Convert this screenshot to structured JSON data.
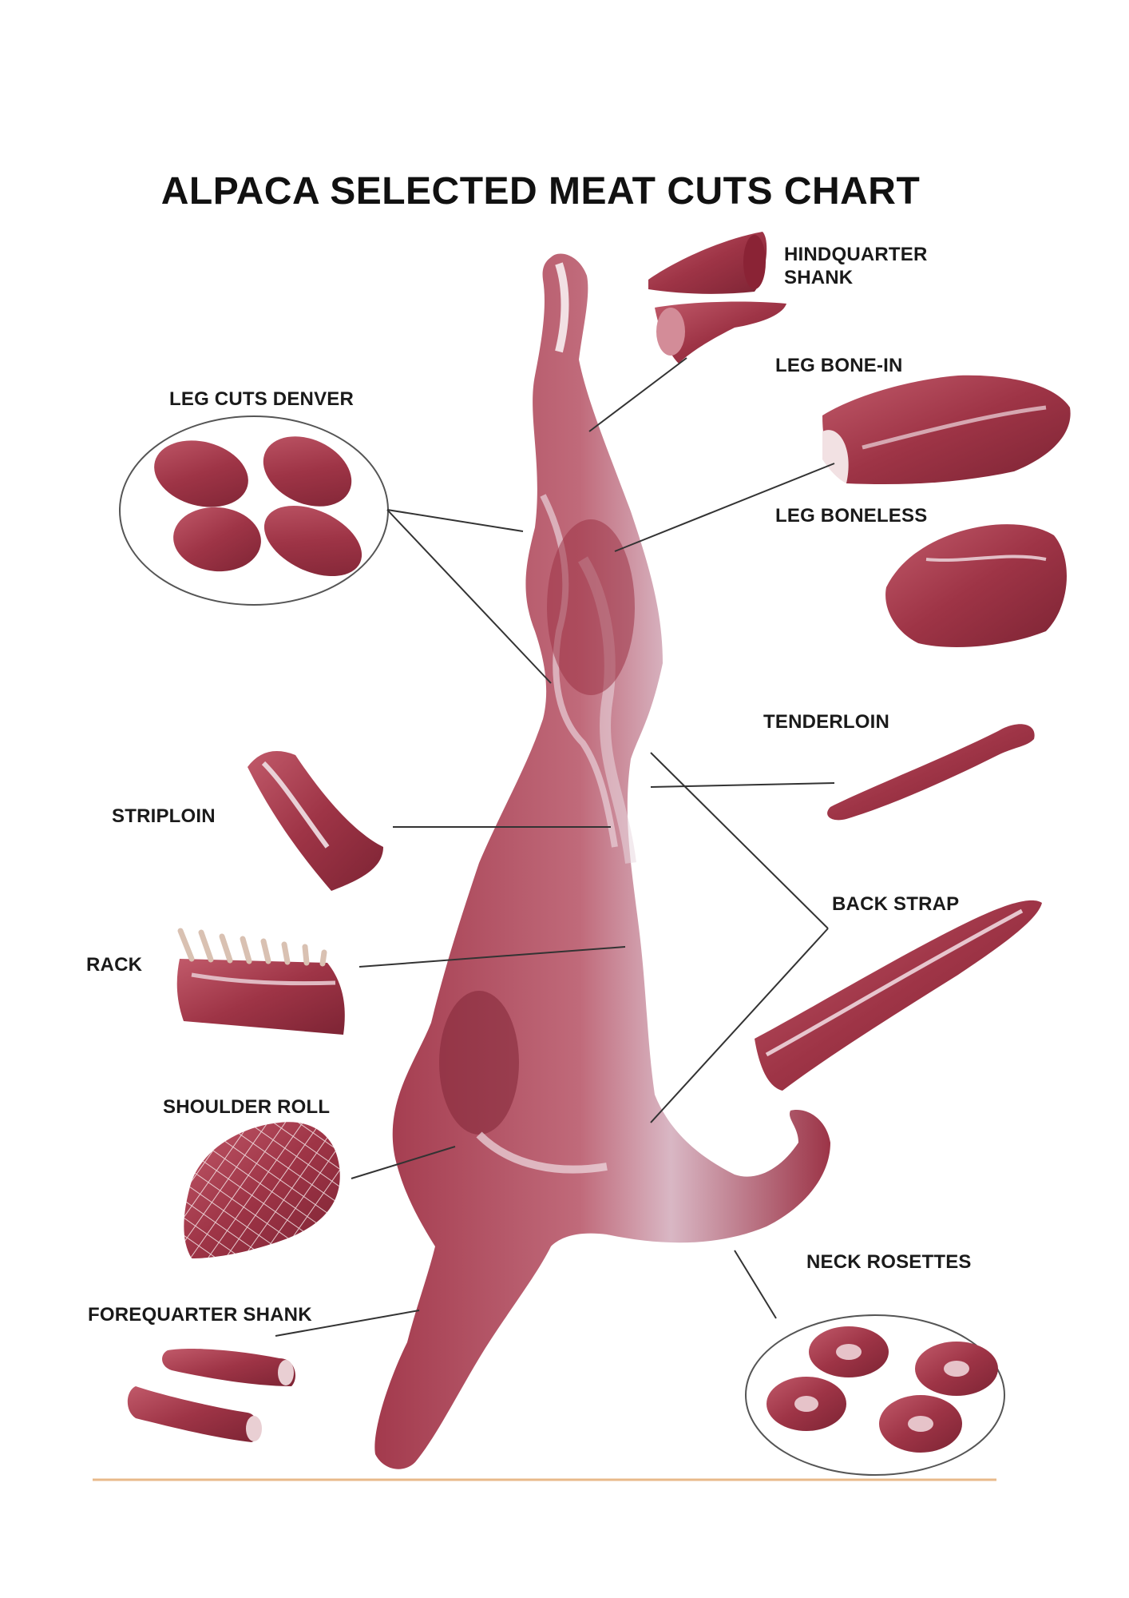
{
  "title": "ALPACA SELECTED MEAT CUTS CHART",
  "labels": {
    "hindquarter_shank_line1": "HINDQUARTER",
    "hindquarter_shank_line2": "SHANK",
    "leg_bone_in": "LEG BONE-IN",
    "leg_boneless": "LEG BONELESS",
    "leg_cuts_denver": "LEG CUTS DENVER",
    "tenderloin": "TENDERLOIN",
    "striploin": "STRIPLOIN",
    "back_strap": "BACK STRAP",
    "rack": "RACK",
    "shoulder_roll": "SHOULDER ROLL",
    "neck_rosettes": "NECK ROSETTES",
    "forequarter_shank": "FOREQUARTER SHANK"
  },
  "colors": {
    "meat_dark": "#8e2a3a",
    "meat_mid": "#b04a5a",
    "meat_light": "#c97a86",
    "fat": "#e9d6d6",
    "line": "#333333",
    "footer_rule": "#e8b98a"
  },
  "icons": [
    "carcass-image",
    "meat-cut-image"
  ]
}
